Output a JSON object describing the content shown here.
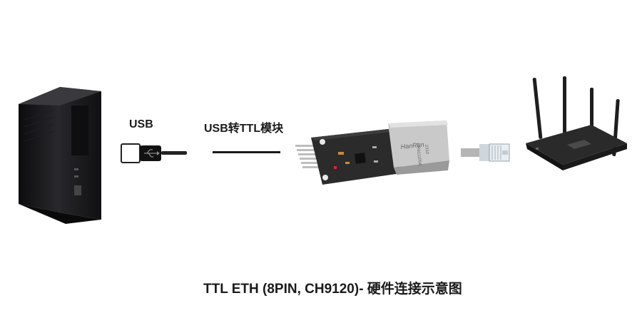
{
  "diagram": {
    "label_usb": "USB",
    "label_module": "USB转TTL模块",
    "caption": "TTL ETH (8PIN, CH9120)- 硬件连接示意图",
    "jack_brand": "HanRun",
    "jack_model": "HR911105A",
    "jack_code": "2310"
  },
  "colors": {
    "background": "#ffffff",
    "text": "#1a1a1a",
    "pc_body": "#1c1c1e",
    "pcb": "#2a2a2a",
    "jack_metal": "#c9c9c9",
    "router": "#222222",
    "cable": "#b5b5b5"
  },
  "icons": [
    "desktop-pc-icon",
    "usb-plug-icon",
    "ttl-eth-module-icon",
    "rj45-plug-icon",
    "router-icon"
  ]
}
